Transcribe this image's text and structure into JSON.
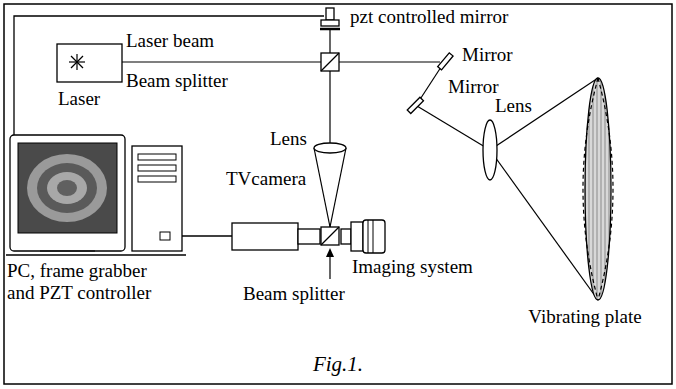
{
  "diagram": {
    "caption": "Fig.1.",
    "labels": [
      "pzt controlled mirror",
      "Laser beam",
      "Mirror",
      "Laser",
      "Beam splitter",
      "Mirror",
      "Lens",
      "Lens",
      "TVcamera",
      "Imaging system",
      "PC, frame grabber and PZT controller",
      "Beam splitter",
      "Vibrating plate"
    ]
  }
}
